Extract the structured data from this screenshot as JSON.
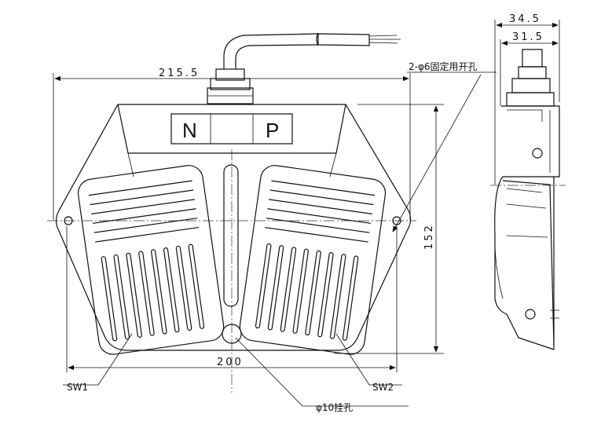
{
  "dimensions": {
    "overall_width": "215.5",
    "base_width": "200",
    "height": "152",
    "side_outer": "34.5",
    "side_inner": "31.5"
  },
  "labels": {
    "mount_holes": "2-φ6固定用开孔",
    "hang_hole": "φ10挂孔",
    "sw1": "SW1",
    "sw2": "SW2",
    "n": "N",
    "p": "P"
  }
}
